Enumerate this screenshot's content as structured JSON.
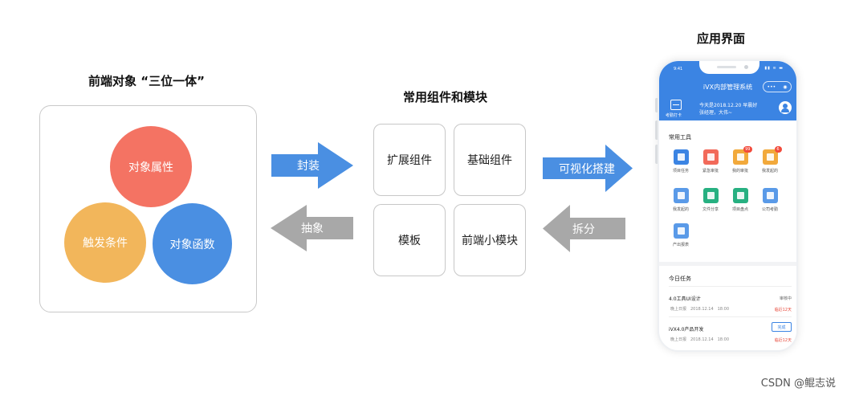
{
  "headings": {
    "front": "前端对象 “三位一体”",
    "components": "常用组件和模块",
    "app": "应用界面"
  },
  "circles": {
    "attribute": "对象属性",
    "trigger": "触发条件",
    "function": "对象函数"
  },
  "component_boxes": {
    "extension": "扩展组件",
    "basic": "基础组件",
    "template": "模板",
    "mini_module": "前端小模块"
  },
  "arrows": {
    "package": "封装",
    "abstract": "抽象",
    "visual_build": "可视化搭建",
    "split": "拆分"
  },
  "phone": {
    "status_time": "9:41",
    "status_icons": "▮▮ ≋ ▬",
    "app_title": "iVX内部管理系统",
    "capsule_left": "•••",
    "capsule_right": "◉",
    "scan_label": "考勤打卡",
    "greeting_line1": "今天是2018.12.20 早晨好",
    "greeting_line2": "张经理，大伟~",
    "tools_title": "常用工具",
    "tools": [
      {
        "label": "项目任务",
        "color": "#3b84e3",
        "badge": ""
      },
      {
        "label": "紧急审批",
        "color": "#f26a5a",
        "badge": ""
      },
      {
        "label": "我的审批",
        "color": "#f2a93b",
        "badge": "99"
      },
      {
        "label": "我发起的",
        "color": "#f2a93b",
        "badge": "6"
      },
      {
        "label": "我发起的",
        "color": "#5a9ae8",
        "badge": ""
      },
      {
        "label": "文件分享",
        "color": "#27b081",
        "badge": ""
      },
      {
        "label": "项目盘点",
        "color": "#27b081",
        "badge": ""
      },
      {
        "label": "公司考勤",
        "color": "#5a9ae8",
        "badge": ""
      },
      {
        "label": "产出报表",
        "color": "#5a9ae8",
        "badge": ""
      }
    ],
    "tasks_title": "今日任务",
    "tasks": [
      {
        "name": "4.0工具UI设计",
        "meta": "晚上日报　2018.12.14　18:00",
        "status": "审核中",
        "due": "临近12天"
      },
      {
        "name": "iVX4.0产品开发",
        "meta": "晚上日报　2018.12.14　18:00",
        "action": "完成",
        "due": "临近12天"
      }
    ]
  },
  "watermark": "CSDN @鲲志说",
  "colors": {
    "attribute_circle": "#f47363",
    "trigger_circle": "#f2b65b",
    "function_circle": "#4a8fe2",
    "arrow_blue": "#4a8fe2",
    "arrow_gray": "#a8a8a8",
    "app_header": "#3b84e3"
  }
}
